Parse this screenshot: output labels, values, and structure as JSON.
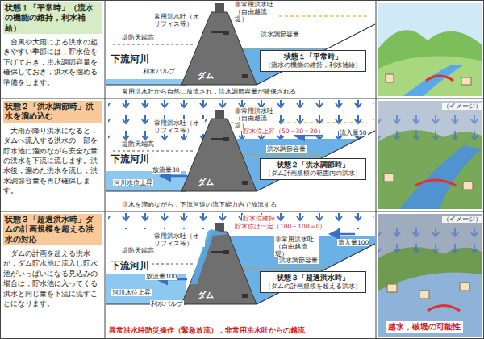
{
  "diagram": {
    "nodes": [
      {
        "text": [
          "状態１「平常時」（流水の機能の維持，利水補給）",
          "台風や大雨による洪水の起きやすい季節には，貯水位を下げておき，洪水調節容量を確保しておき，洪水を溜める準備をします。"
        ]
      },
      {
        "text": [
          "状態２「洪水調節時」洪水を溜め込む",
          "大雨が降り洪水になると，ダムへ流入する洪水の一部を貯水池に溜めながら安全な量の洪水を下流に流します。洪水後，溜めた洪水を流し，洪水調節容量を再び確保します。"
        ]
      },
      {
        "text": [
          "状態３「超過洪水時」ダムの計画規模を超える洪水の対応",
          "ダムの計画を超える洪水が，ダム貯水池に流入し貯水池がいっぱいになる見込みの場合は，貯水池に入ってくる洪水と同じ量を下流に流すことになります。"
        ]
      },
      {
        "text": [
          "状態１「平常時」",
          "（流水の機能の維持，利水補給）"
        ]
      },
      {
        "text": [
          "状態２「洪水調節時」",
          "（ダム計画規模の範囲内の洪水）"
        ]
      },
      {
        "text": [
          "状態３「超過洪水時」",
          "（ダムの計画規模を超える洪水）"
        ]
      }
    ],
    "labels": [
      "非常用洪水吐（自由越流堤）",
      "常用洪水吐（オリフィス等）",
      "堤防天端高",
      "洪水調節容量",
      "下流河川",
      "利水バルブ",
      "ダム",
      "常用洪水吐から自然に放流され，洪水調節容量が確保される",
      "非常用洪水吐（自由越流堤）",
      "常用洪水吐（オリフィス等）",
      "堤防天端高",
      "貯水位上昇（50－30＝20）",
      "洪水調節容量",
      "流入量50",
      "下流河川",
      "河川水位上昇",
      "放流量30",
      "ダム",
      "洪水を溜めながら，下流河道の流下能力内で放流する",
      "（イメージ）",
      "貯水位維持",
      "貯水位は一定（100－100＝0）",
      "非常用洪水吐（自由越流堤）",
      "常用洪水吐（オリフィス等）",
      "堤防天端高",
      "洪水調節容量",
      "流入量100",
      "下流河川",
      "放流量100",
      "河川水位上昇",
      "利水バルブ",
      "ダム",
      "異常洪水時防災操作（緊急放流），非常用洪水吐からの越流",
      "（イメージ）",
      "越水，破堤の可能性"
    ]
  }
}
